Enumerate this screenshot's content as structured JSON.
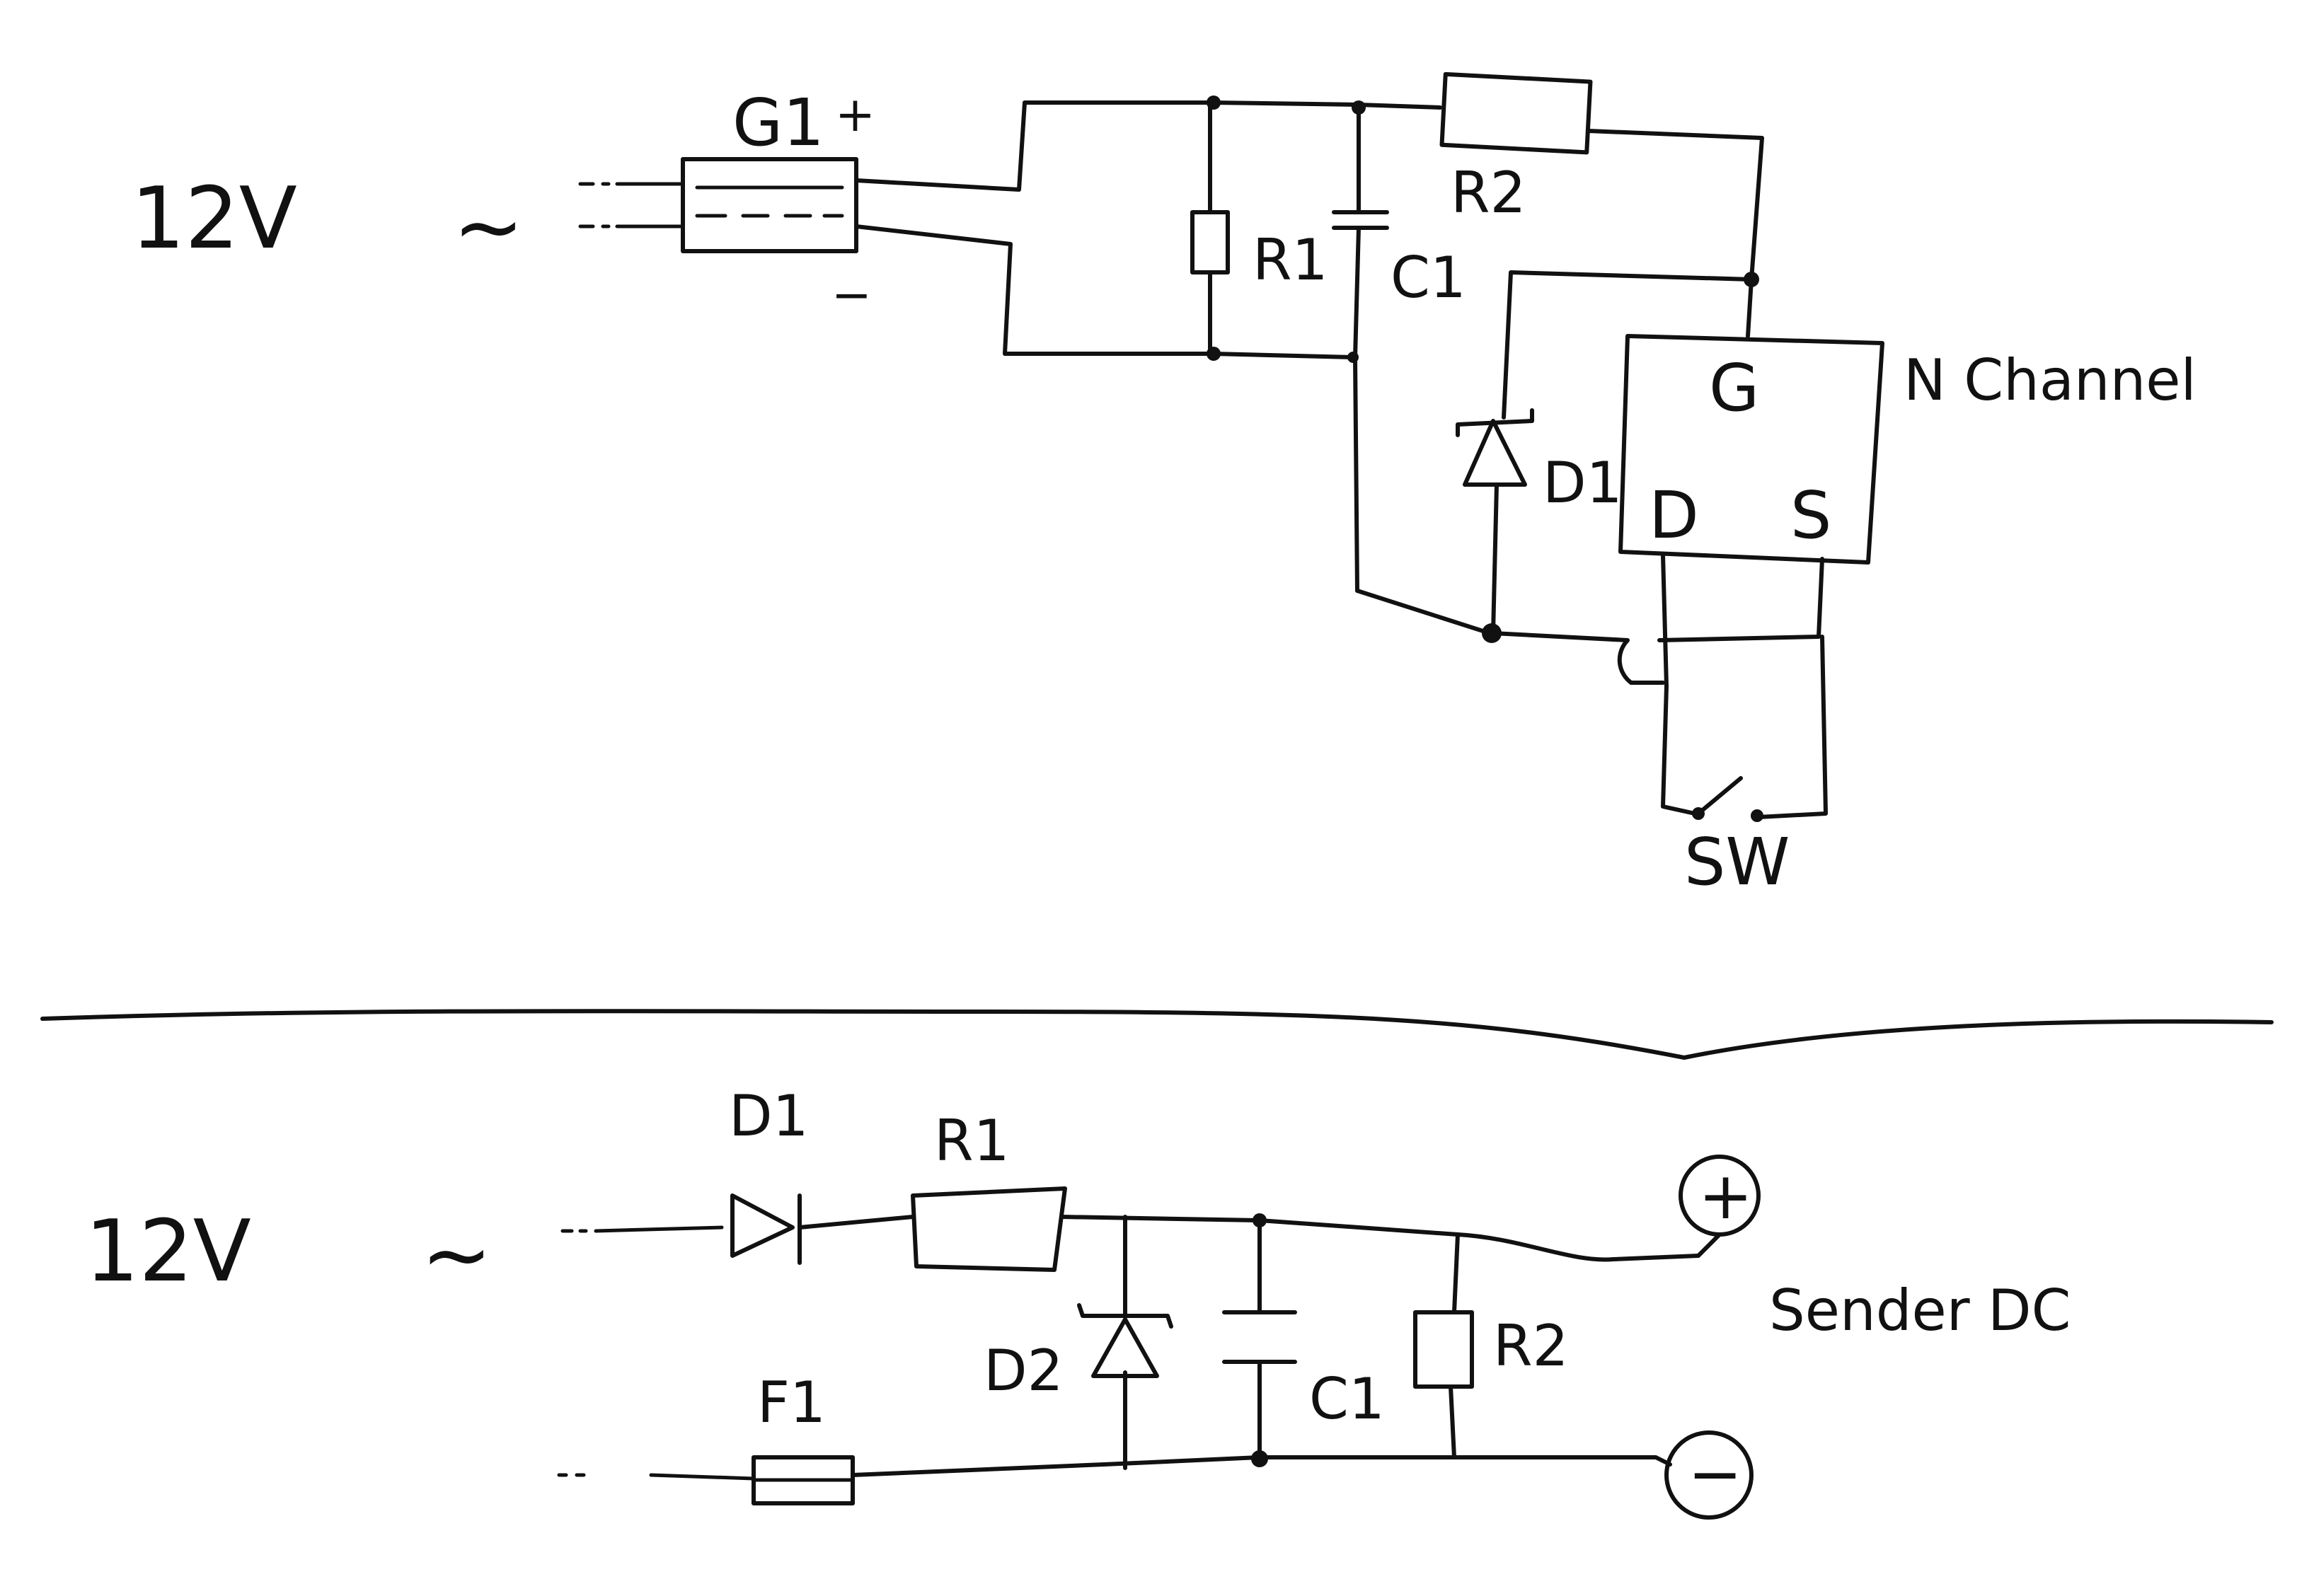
{
  "top_circuit": {
    "input_label": "12V",
    "ac_symbol": "~",
    "rectifier": {
      "label": "G1",
      "plus": "+",
      "minus": "−"
    },
    "r1": "R1",
    "c1": "C1",
    "r2": "R2",
    "d1": "D1",
    "mosfet": {
      "type_label": "N Channel",
      "gate": "G",
      "drain": "D",
      "source": "S"
    },
    "switch": "SW"
  },
  "bottom_circuit": {
    "input_label": "12V",
    "ac_symbol": "~",
    "d1": "D1",
    "r1": "R1",
    "d2": "D2",
    "c1": "C1",
    "r2": "R2",
    "fuse": "F1",
    "output_plus": "+",
    "output_minus": "−",
    "output_label": "Sender DC"
  }
}
